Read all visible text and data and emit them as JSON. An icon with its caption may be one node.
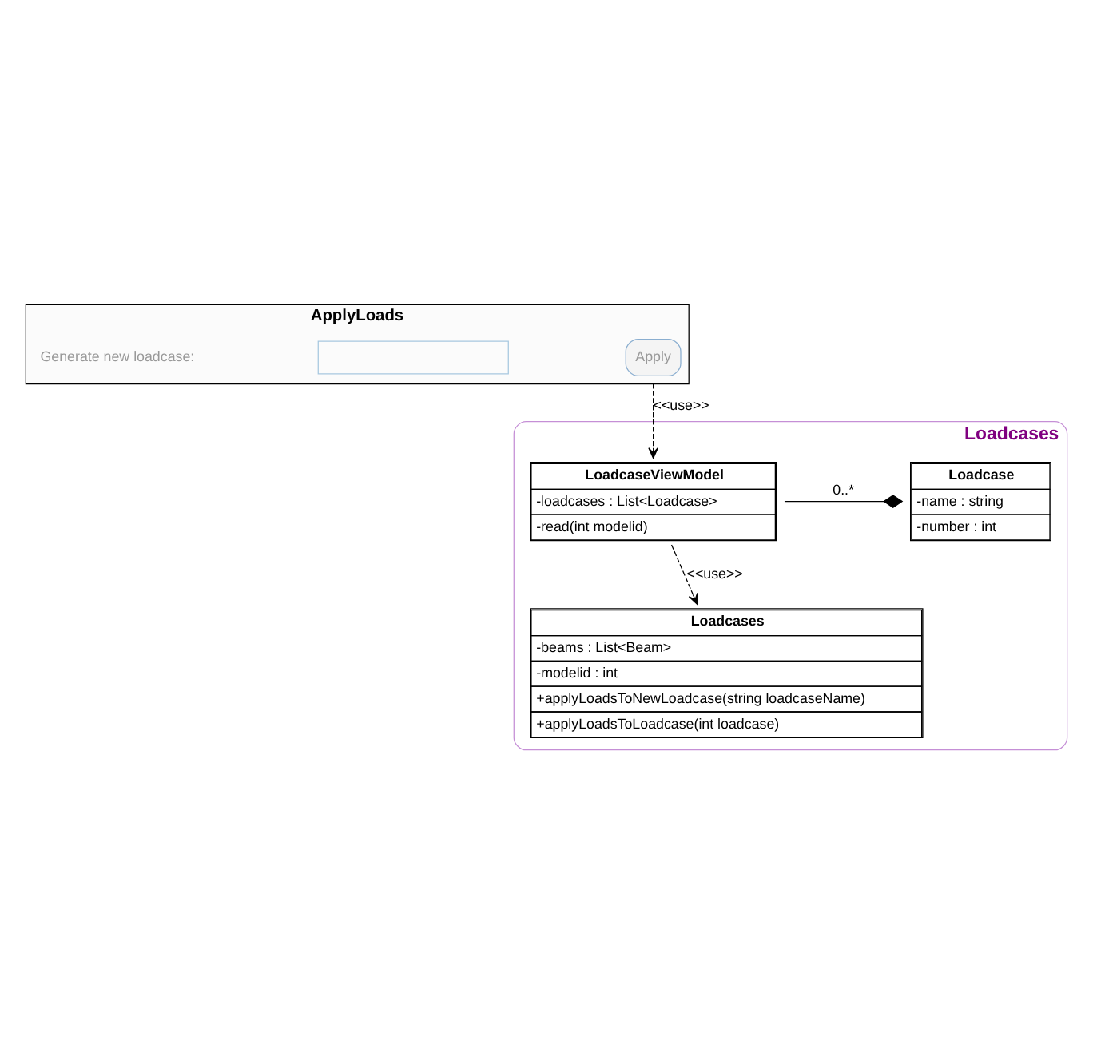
{
  "diagram": {
    "nodes": [
      {
        "text": [
          "ApplyLoads"
        ]
      },
      {
        "text": [],
        "shape": "box",
        "in": 0
      },
      {
        "text": [
          "Apply"
        ],
        "in": 0
      },
      {
        "text": [
          "Loadcases"
        ]
      },
      {
        "text": [
          "LoadcaseViewModel",
          "-loadcases : List<Loadcase>",
          "-read(int modelid)"
        ],
        "in": 3
      },
      {
        "text": [
          "Loadcase",
          "-name : string",
          "-number : int"
        ],
        "in": 3
      },
      {
        "text": [
          "Loadcases",
          "-beams : List<Beam>",
          "-modelid : int",
          "+applyLoadsToNewLoadcase(string loadcaseName)",
          "+applyLoadsToLoadcase(int loadcase)"
        ],
        "in": 3
      }
    ],
    "edges": [
      {
        "from": 0,
        "to": 4,
        "arrow": "to",
        "style": "dashed",
        "label": "<<use>>"
      },
      {
        "from": 4,
        "to": 5,
        "arrow": "other",
        "label": "0..*"
      },
      {
        "from": 4,
        "to": 6,
        "arrow": "to",
        "style": "dashed",
        "label": "<<use>>"
      }
    ],
    "labels": [
      "Generate new loadcase:"
    ]
  }
}
